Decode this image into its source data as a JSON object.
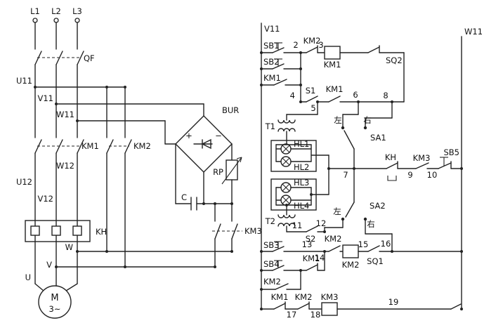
{
  "labels": {
    "l1": "L1",
    "l2": "L2",
    "l3": "L3",
    "qf": "QF",
    "u11": "U11",
    "v11": "V11",
    "w11": "W11",
    "u12": "U12",
    "v12": "V12",
    "w12": "W12",
    "km1": "KM1",
    "km2": "KM2",
    "km3": "KM3",
    "kh": "KH",
    "u": "U",
    "v": "V",
    "w": "W",
    "m": "M",
    "three_phase": "3~",
    "bur": "BUR",
    "plus": "+",
    "minus": "−",
    "rp": "RP",
    "c": "C",
    "sb1": "SB1",
    "sb2": "SB2",
    "sb3": "SB3",
    "sb4": "SB4",
    "sb5": "SB5",
    "s1": "S1",
    "s2": "S2",
    "sa1": "SA1",
    "sa2": "SA2",
    "sq1": "SQ1",
    "sq2": "SQ2",
    "t1": "T1",
    "t2": "T2",
    "hl1": "HL1",
    "hl2": "HL2",
    "hl3": "HL3",
    "hl4": "HL4",
    "left": "左",
    "right": "右",
    "n2": "2",
    "n3": "3",
    "n4": "4",
    "n5": "5",
    "n6": "6",
    "n7": "7",
    "n8": "8",
    "n9": "9",
    "n10": "10",
    "n11": "11",
    "n12": "12",
    "n13": "13",
    "n14": "14",
    "n15": "15",
    "n16": "16",
    "n17": "17",
    "n18": "18",
    "n19": "19"
  },
  "colors": {
    "line": "#222222",
    "background": "#ffffff"
  }
}
